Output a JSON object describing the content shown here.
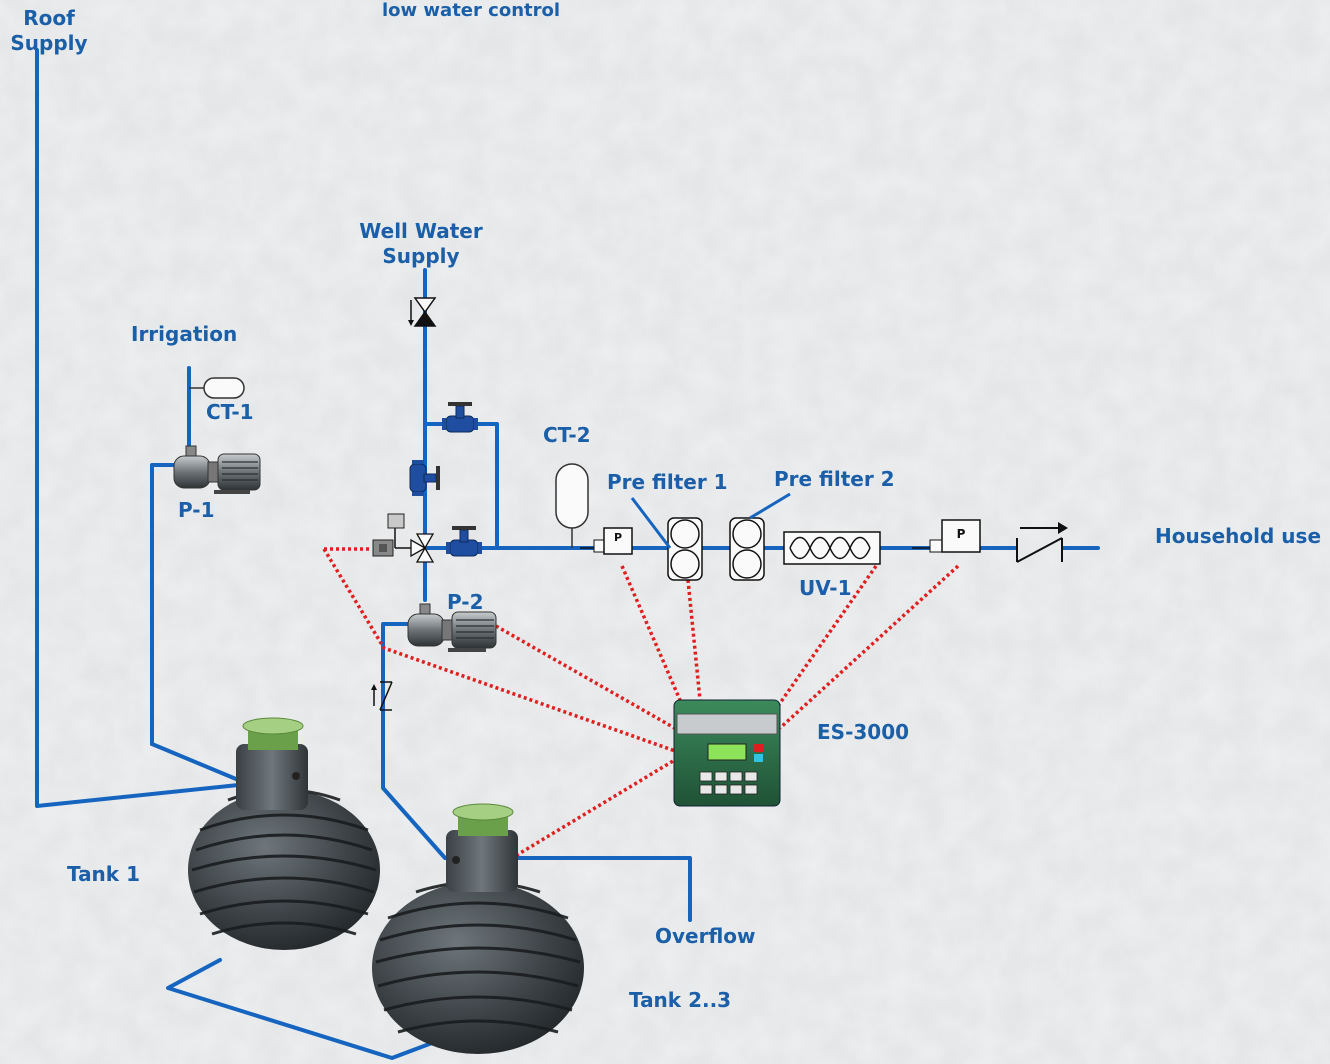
{
  "labels": {
    "roof_supply_line1": "Roof",
    "roof_supply_line2": "Supply",
    "low_water_control": "low water control",
    "well_water_line1": "Well Water",
    "well_water_line2": "Supply",
    "irrigation": "Irrigation",
    "ct1": "CT-1",
    "p1": "P-1",
    "ct2": "CT-2",
    "pre_filter_1": "Pre filter 1",
    "pre_filter_2": "Pre filter 2",
    "household_use": "Household use",
    "uv1": "UV-1",
    "p2": "P-2",
    "es3000": "ES-3000",
    "tank1": "Tank 1",
    "overflow": "Overflow",
    "tank23": "Tank 2..3",
    "pressure_switch_1": "P",
    "pressure_switch_2": "P"
  },
  "colors": {
    "pipe": "#1565c0",
    "label": "#1a5fa8",
    "signal": "#e02020",
    "tank": "#3e4448",
    "tank_lid": "#8fbf6a",
    "controller": "#2e6b46"
  }
}
